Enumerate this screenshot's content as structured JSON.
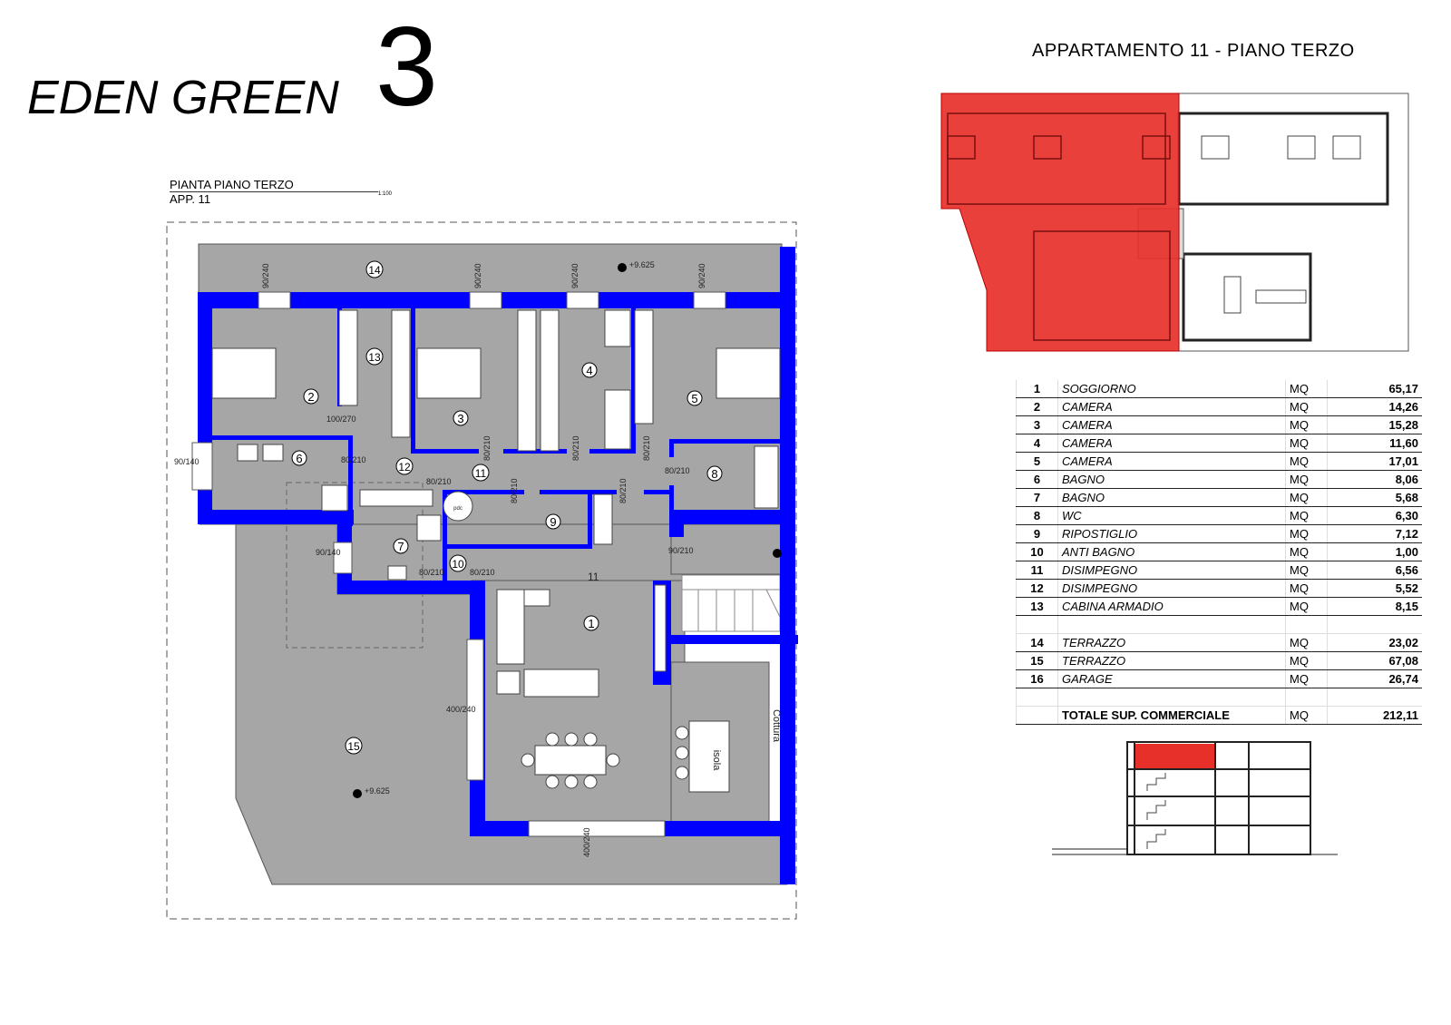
{
  "header": {
    "title": "EDEN GREEN",
    "title_number": "3",
    "apartment": "APPARTAMENTO 11 - PIANO TERZO"
  },
  "plan": {
    "title": "PIANTA PIANO TERZO",
    "subtitle": "APP. 11",
    "scale": "1:100",
    "elevation": "+9.625",
    "apartment_tag": "11",
    "rooms": [
      "1",
      "2",
      "3",
      "4",
      "5",
      "6",
      "7",
      "8",
      "9",
      "10",
      "11",
      "12",
      "13",
      "14",
      "15"
    ],
    "labels": {
      "cottura": "Cottura",
      "isola": "isola",
      "pdc": "pdc"
    },
    "window_labels": [
      "90/240",
      "90/240",
      "90/240",
      "90/240",
      "90/140",
      "90/140",
      "400/240",
      "400/240",
      "100/270"
    ],
    "door_labels": [
      "80/210",
      "80/210",
      "80/210",
      "80/210",
      "80/210",
      "80/210",
      "80/210",
      "80/210",
      "80/210",
      "80/210",
      "90/210"
    ]
  },
  "colors": {
    "wall": "#0000ff",
    "floor": "#a6a6a6",
    "highlight": "#e8302a"
  },
  "areas": {
    "unit": "MQ",
    "rows": [
      {
        "n": "1",
        "room": "SOGGIORNO",
        "value": "65,17"
      },
      {
        "n": "2",
        "room": "CAMERA",
        "value": "14,26"
      },
      {
        "n": "3",
        "room": "CAMERA",
        "value": "15,28"
      },
      {
        "n": "4",
        "room": "CAMERA",
        "value": "11,60"
      },
      {
        "n": "5",
        "room": "CAMERA",
        "value": "17,01"
      },
      {
        "n": "6",
        "room": "BAGNO",
        "value": "8,06"
      },
      {
        "n": "7",
        "room": "BAGNO",
        "value": "5,68"
      },
      {
        "n": "8",
        "room": "WC",
        "value": "6,30"
      },
      {
        "n": "9",
        "room": "RIPOSTIGLIO",
        "value": "7,12"
      },
      {
        "n": "10",
        "room": "ANTI BAGNO",
        "value": "1,00"
      },
      {
        "n": "11",
        "room": "DISIMPEGNO",
        "value": "6,56"
      },
      {
        "n": "12",
        "room": "DISIMPEGNO",
        "value": "5,52"
      },
      {
        "n": "13",
        "room": "CABINA ARMADIO",
        "value": "8,15"
      },
      {
        "n": "14",
        "room": "TERRAZZO",
        "value": "23,02"
      },
      {
        "n": "15",
        "room": "TERRAZZO",
        "value": "67,08"
      },
      {
        "n": "16",
        "room": "GARAGE",
        "value": "26,74"
      }
    ],
    "total": {
      "label": "TOTALE SUP. COMMERCIALE",
      "value": "212,11"
    }
  }
}
